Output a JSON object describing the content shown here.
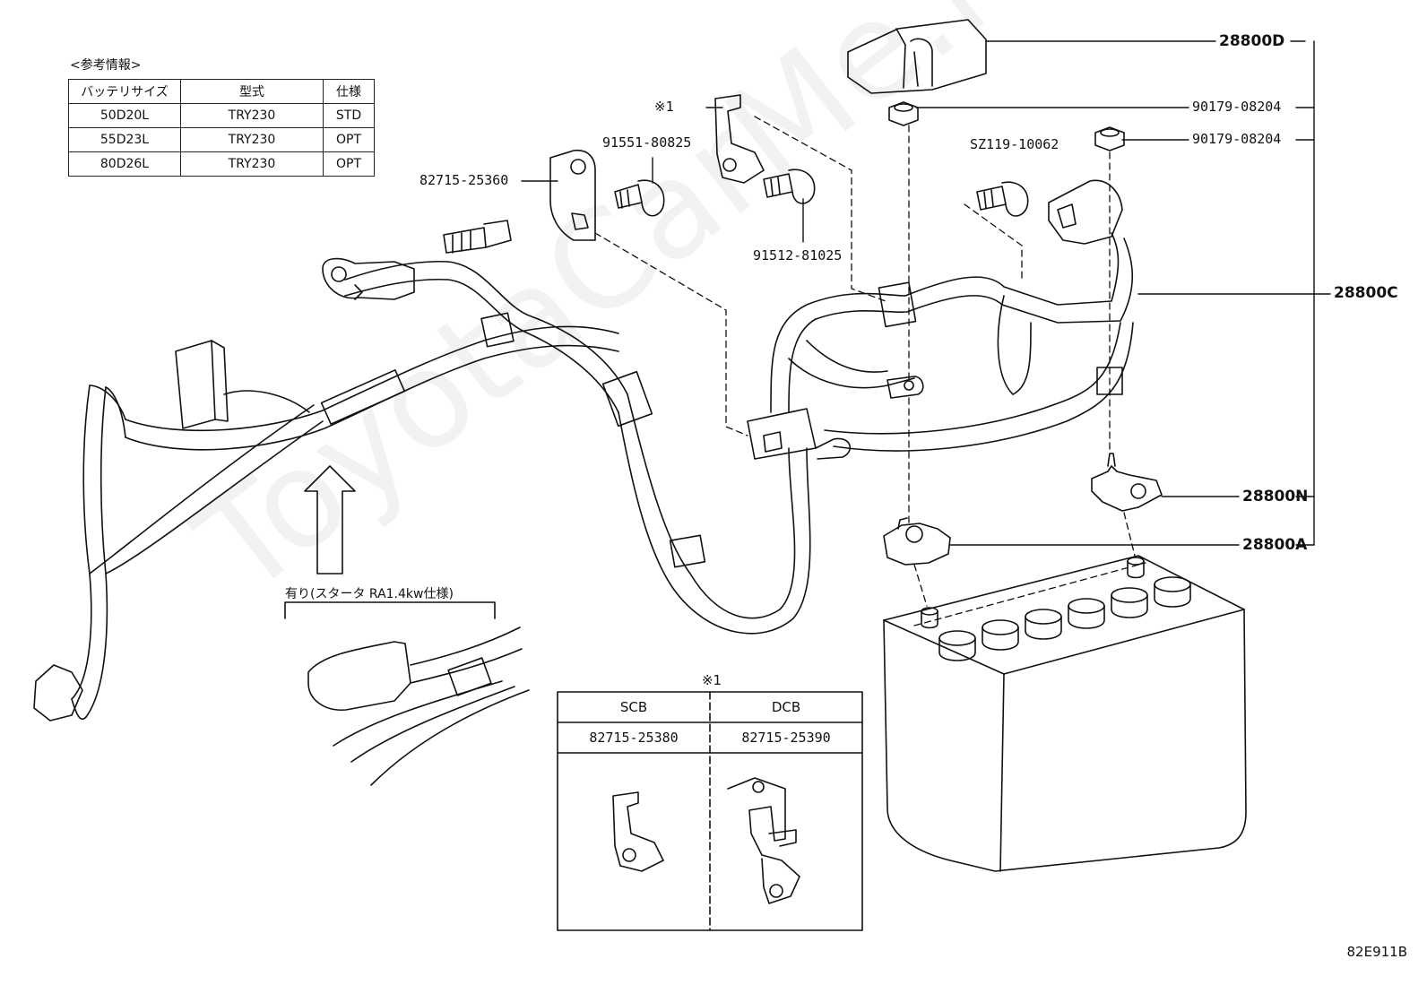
{
  "reference": {
    "caption": "<参考情報>",
    "headers": [
      "バッテリサイズ",
      "型式",
      "仕様"
    ],
    "rows": [
      [
        "50D20L",
        "TRY230",
        "STD"
      ],
      [
        "55D23L",
        "TRY230",
        "OPT"
      ],
      [
        "80D26L",
        "TRY230",
        "OPT"
      ]
    ]
  },
  "parts": {
    "p28800D": "28800D",
    "p90179a": "90179-08204",
    "p90179b": "90179-08204",
    "pSZ119": "SZ119-10062",
    "p28800C": "28800C",
    "p28800N": "28800N",
    "p28800A": "28800A",
    "p82715": "82715-25360",
    "p91551": "91551-80825",
    "p91512": "91512-81025",
    "mark1": "※1"
  },
  "notes": {
    "starter": "有り(スタータ RA1.4kw仕様)"
  },
  "inset": {
    "mark": "※1",
    "col1": "SCB",
    "col2": "DCB",
    "part1": "82715-25380",
    "part2": "82715-25390"
  },
  "watermark": "ToyotaCarMe.ru",
  "diagram_code": "82E911B"
}
